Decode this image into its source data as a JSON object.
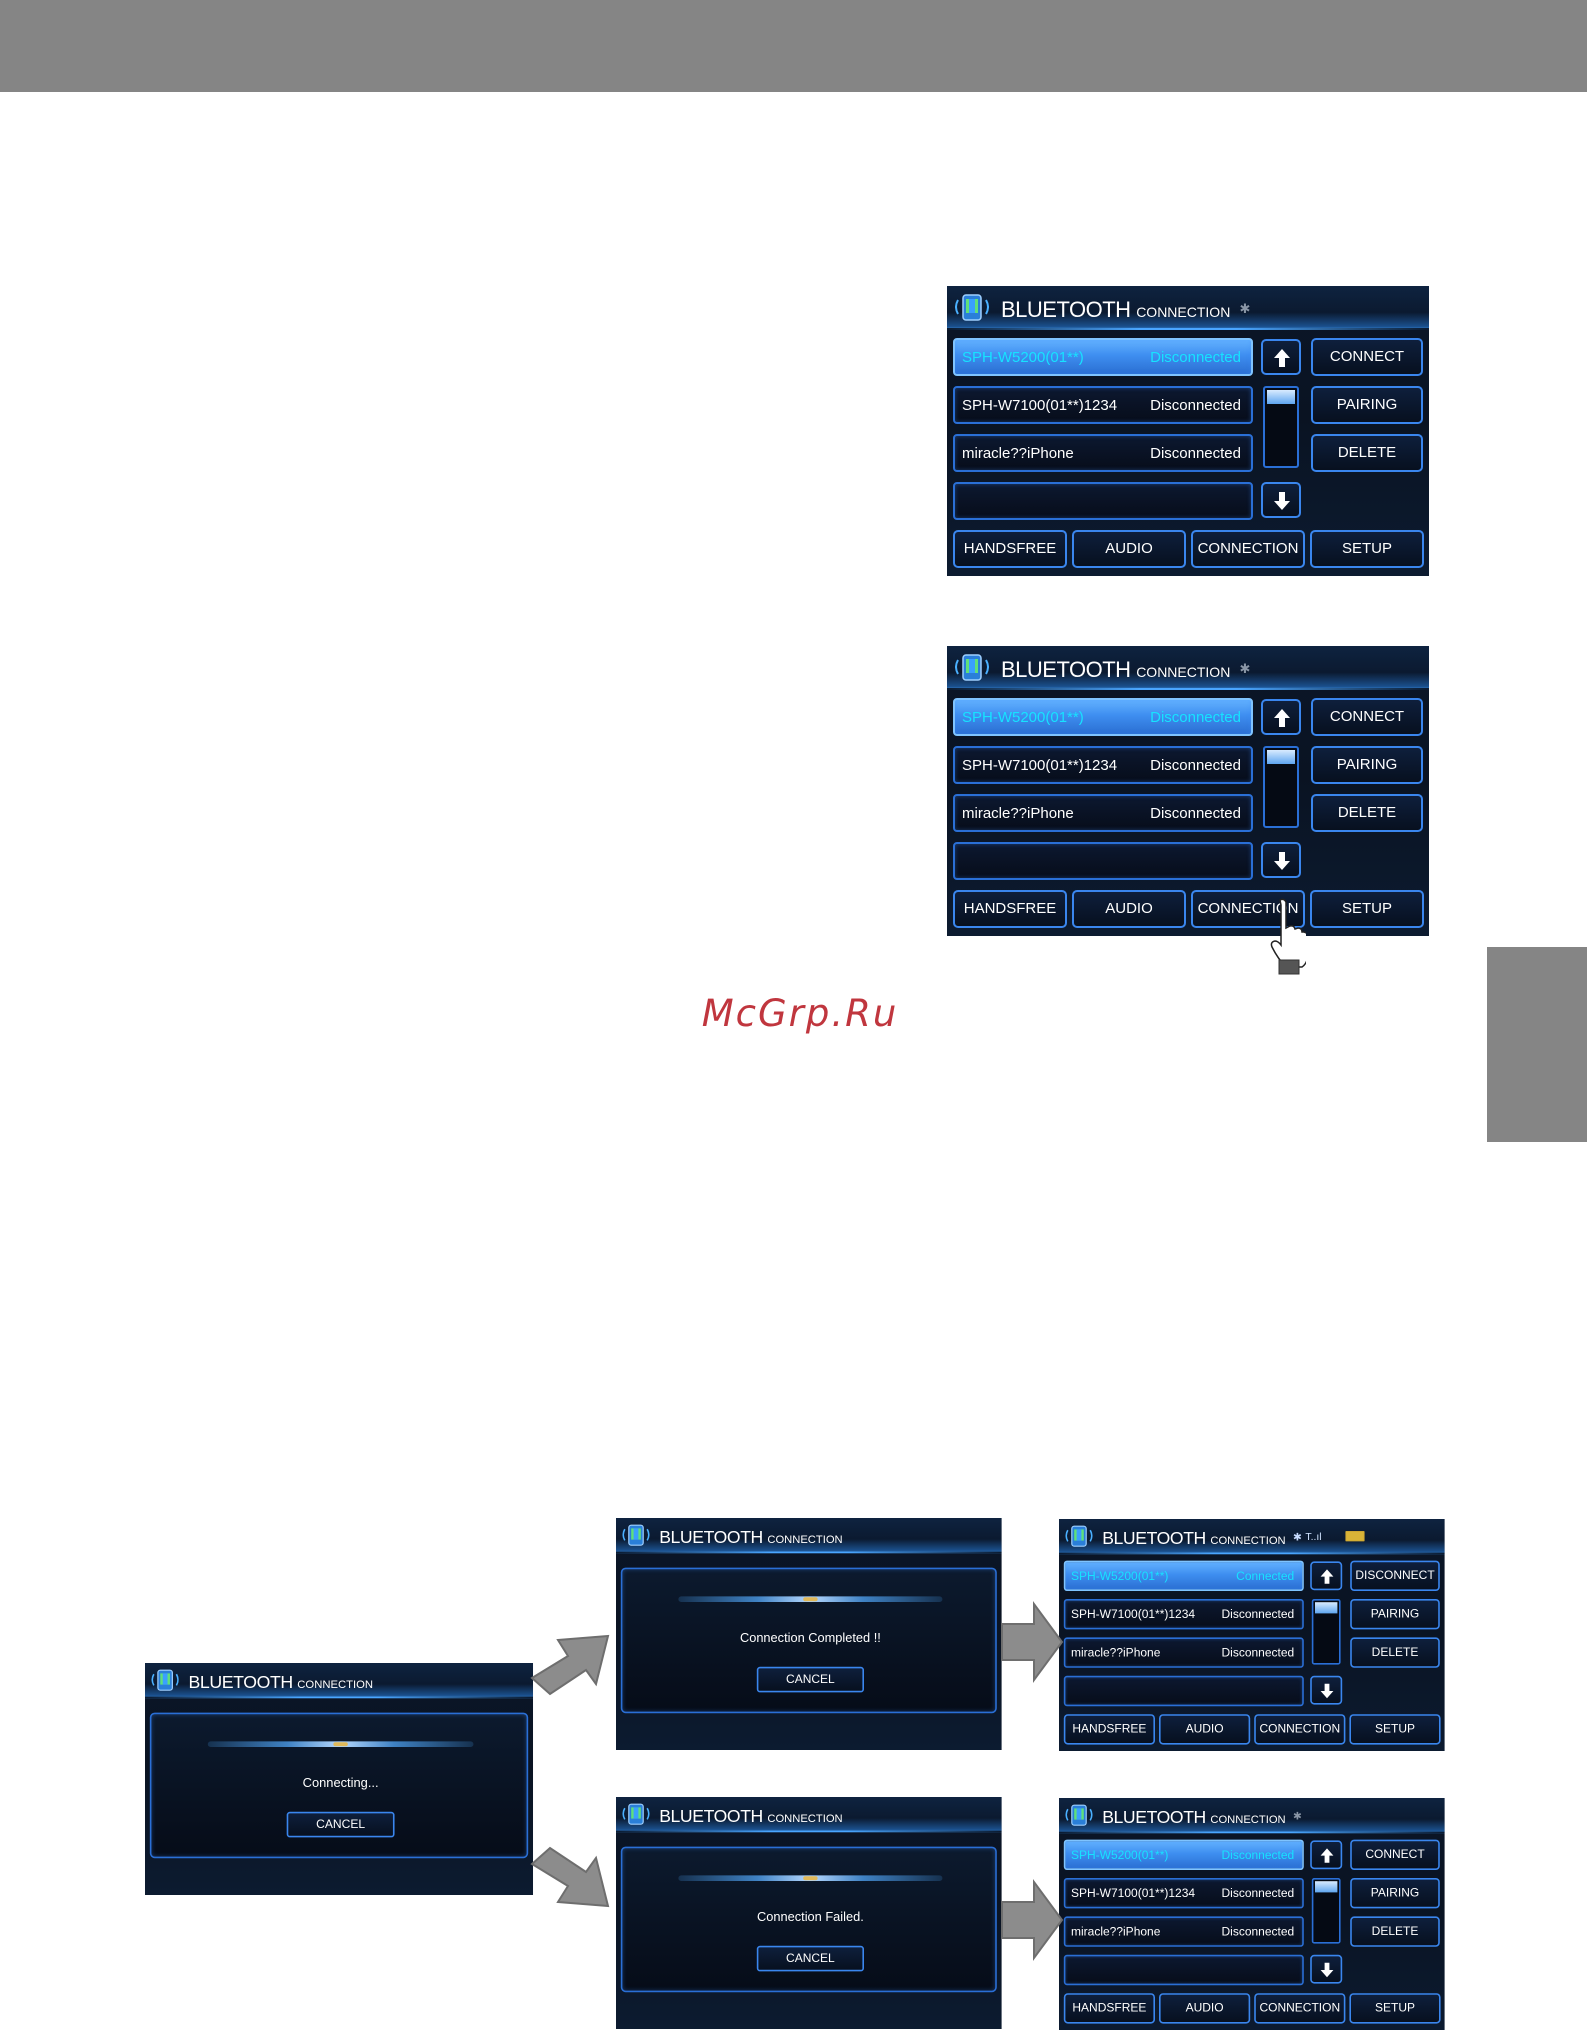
{
  "watermark": "McGrp.Ru",
  "screen": {
    "title_main": "BLUETOOTH",
    "title_sub": "CONNECTION",
    "bluetooth_symbol": "bluetooth-icon",
    "signal_text": "T..ıl",
    "devices": [
      {
        "name": "SPH-W5200(01**)",
        "status": "Disconnected"
      },
      {
        "name": "SPH-W7100(01**)1234",
        "status": "Disconnected"
      },
      {
        "name": "miracle??iPhone",
        "status": "Disconnected"
      }
    ],
    "devices_connected": [
      {
        "name": "SPH-W5200(01**)",
        "status": "Connected"
      },
      {
        "name": "SPH-W7100(01**)1234",
        "status": "Disconnected"
      },
      {
        "name": "miracle??iPhone",
        "status": "Disconnected"
      }
    ],
    "side_buttons": {
      "connect": "CONNECT",
      "disconnect": "DISCONNECT",
      "pairing": "PAIRING",
      "delete": "DELETE"
    },
    "tabs": {
      "handsfree": "HANDSFREE",
      "audio": "AUDIO",
      "connection": "CONNECTION",
      "setup": "SETUP"
    }
  },
  "dialogs": {
    "connecting": "Connecting...",
    "completed": "Connection Completed !!",
    "failed": "Connection Failed.",
    "cancel": "CANCEL"
  },
  "colors": {
    "header_gray": "#858585",
    "selected_text": "#17e2ff",
    "button_border": "#3a86ee",
    "watermark": "#c0363e"
  }
}
